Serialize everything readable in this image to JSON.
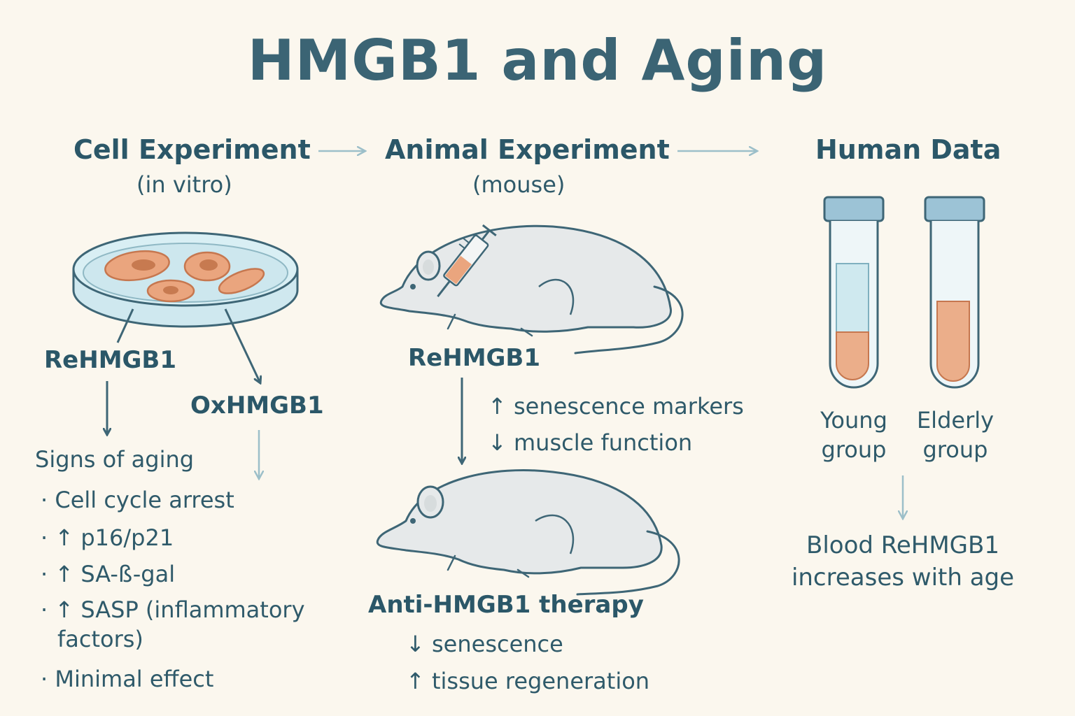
{
  "title": "HMGB1 and Aging",
  "cell": {
    "heading": "Cell Experiment",
    "subheading": "(in vitro)",
    "rehmgb1_label": "ReHMGB1",
    "oxhmgb1_label": "OxHMGB1",
    "signs_heading": "Signs of aging",
    "signs": [
      "· Cell cycle arrest",
      "· ↑ p16/p21",
      "· ↑ SA-ß-gal",
      "· ↑ SASP (inflammatory",
      "factors)"
    ],
    "ox_effect": "· Minimal effect"
  },
  "animal": {
    "heading": "Animal Experiment",
    "subheading": "(mouse)",
    "rehmgb1_label": "ReHMGB1",
    "effects": [
      "↑ senescence markers",
      "↓ muscle function"
    ],
    "therapy_label": "Anti-HMGB1 therapy",
    "therapy_effects": [
      "↓ senescence",
      "↑ tissue regeneration"
    ]
  },
  "human": {
    "heading": "Human Data",
    "young_label_1": "Young",
    "young_label_2": "group",
    "elderly_label_1": "Elderly",
    "elderly_label_2": "group",
    "conclusion_1": "Blood ReHMGB1",
    "conclusion_2": "increases with age"
  },
  "colors": {
    "background": "#fbf7ee",
    "text": "#2c5566",
    "dish": "#d3ebf1",
    "cell": "#e9a57f",
    "mouse": "#e6e9ea",
    "tube_cap": "#9cc3d6",
    "tube_liquid": "#ebae8a"
  }
}
